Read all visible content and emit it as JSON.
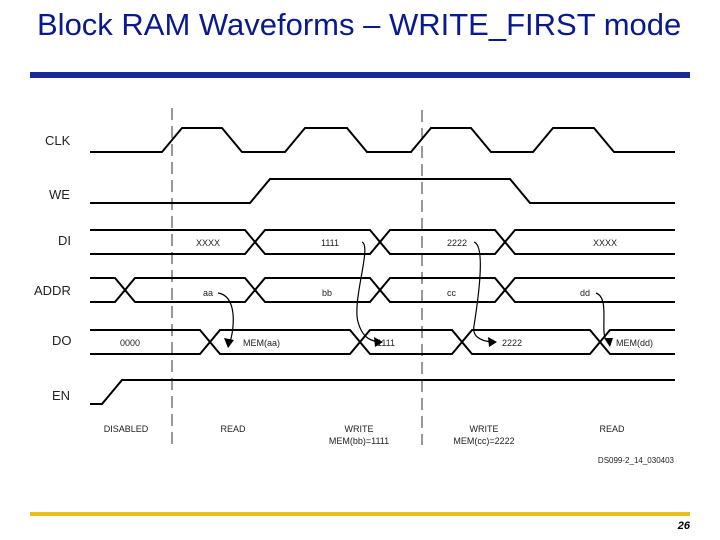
{
  "slide": {
    "title": "Block RAM Waveforms – WRITE_FIRST mode",
    "page_number": "26",
    "colors": {
      "title": "#0a1a8c",
      "rule": "#1a2a9c",
      "footer_rule": "#e8c01a"
    }
  },
  "diagram": {
    "signals": [
      "CLK",
      "WE",
      "DI",
      "ADDR",
      "DO",
      "EN"
    ],
    "di_values": [
      "XXXX",
      "1111",
      "2222",
      "XXXX"
    ],
    "addr_values": [
      "aa",
      "bb",
      "cc",
      "dd"
    ],
    "do_values": [
      "0000",
      "MEM(aa)",
      "1111",
      "2222",
      "MEM(dd)"
    ],
    "operations": [
      {
        "line1": "DISABLED",
        "line2": ""
      },
      {
        "line1": "READ",
        "line2": ""
      },
      {
        "line1": "WRITE",
        "line2": "MEM(bb)=1111"
      },
      {
        "line1": "WRITE",
        "line2": "MEM(cc)=2222"
      },
      {
        "line1": "READ",
        "line2": ""
      }
    ],
    "figure_code": "DS099-2_14_030403"
  }
}
